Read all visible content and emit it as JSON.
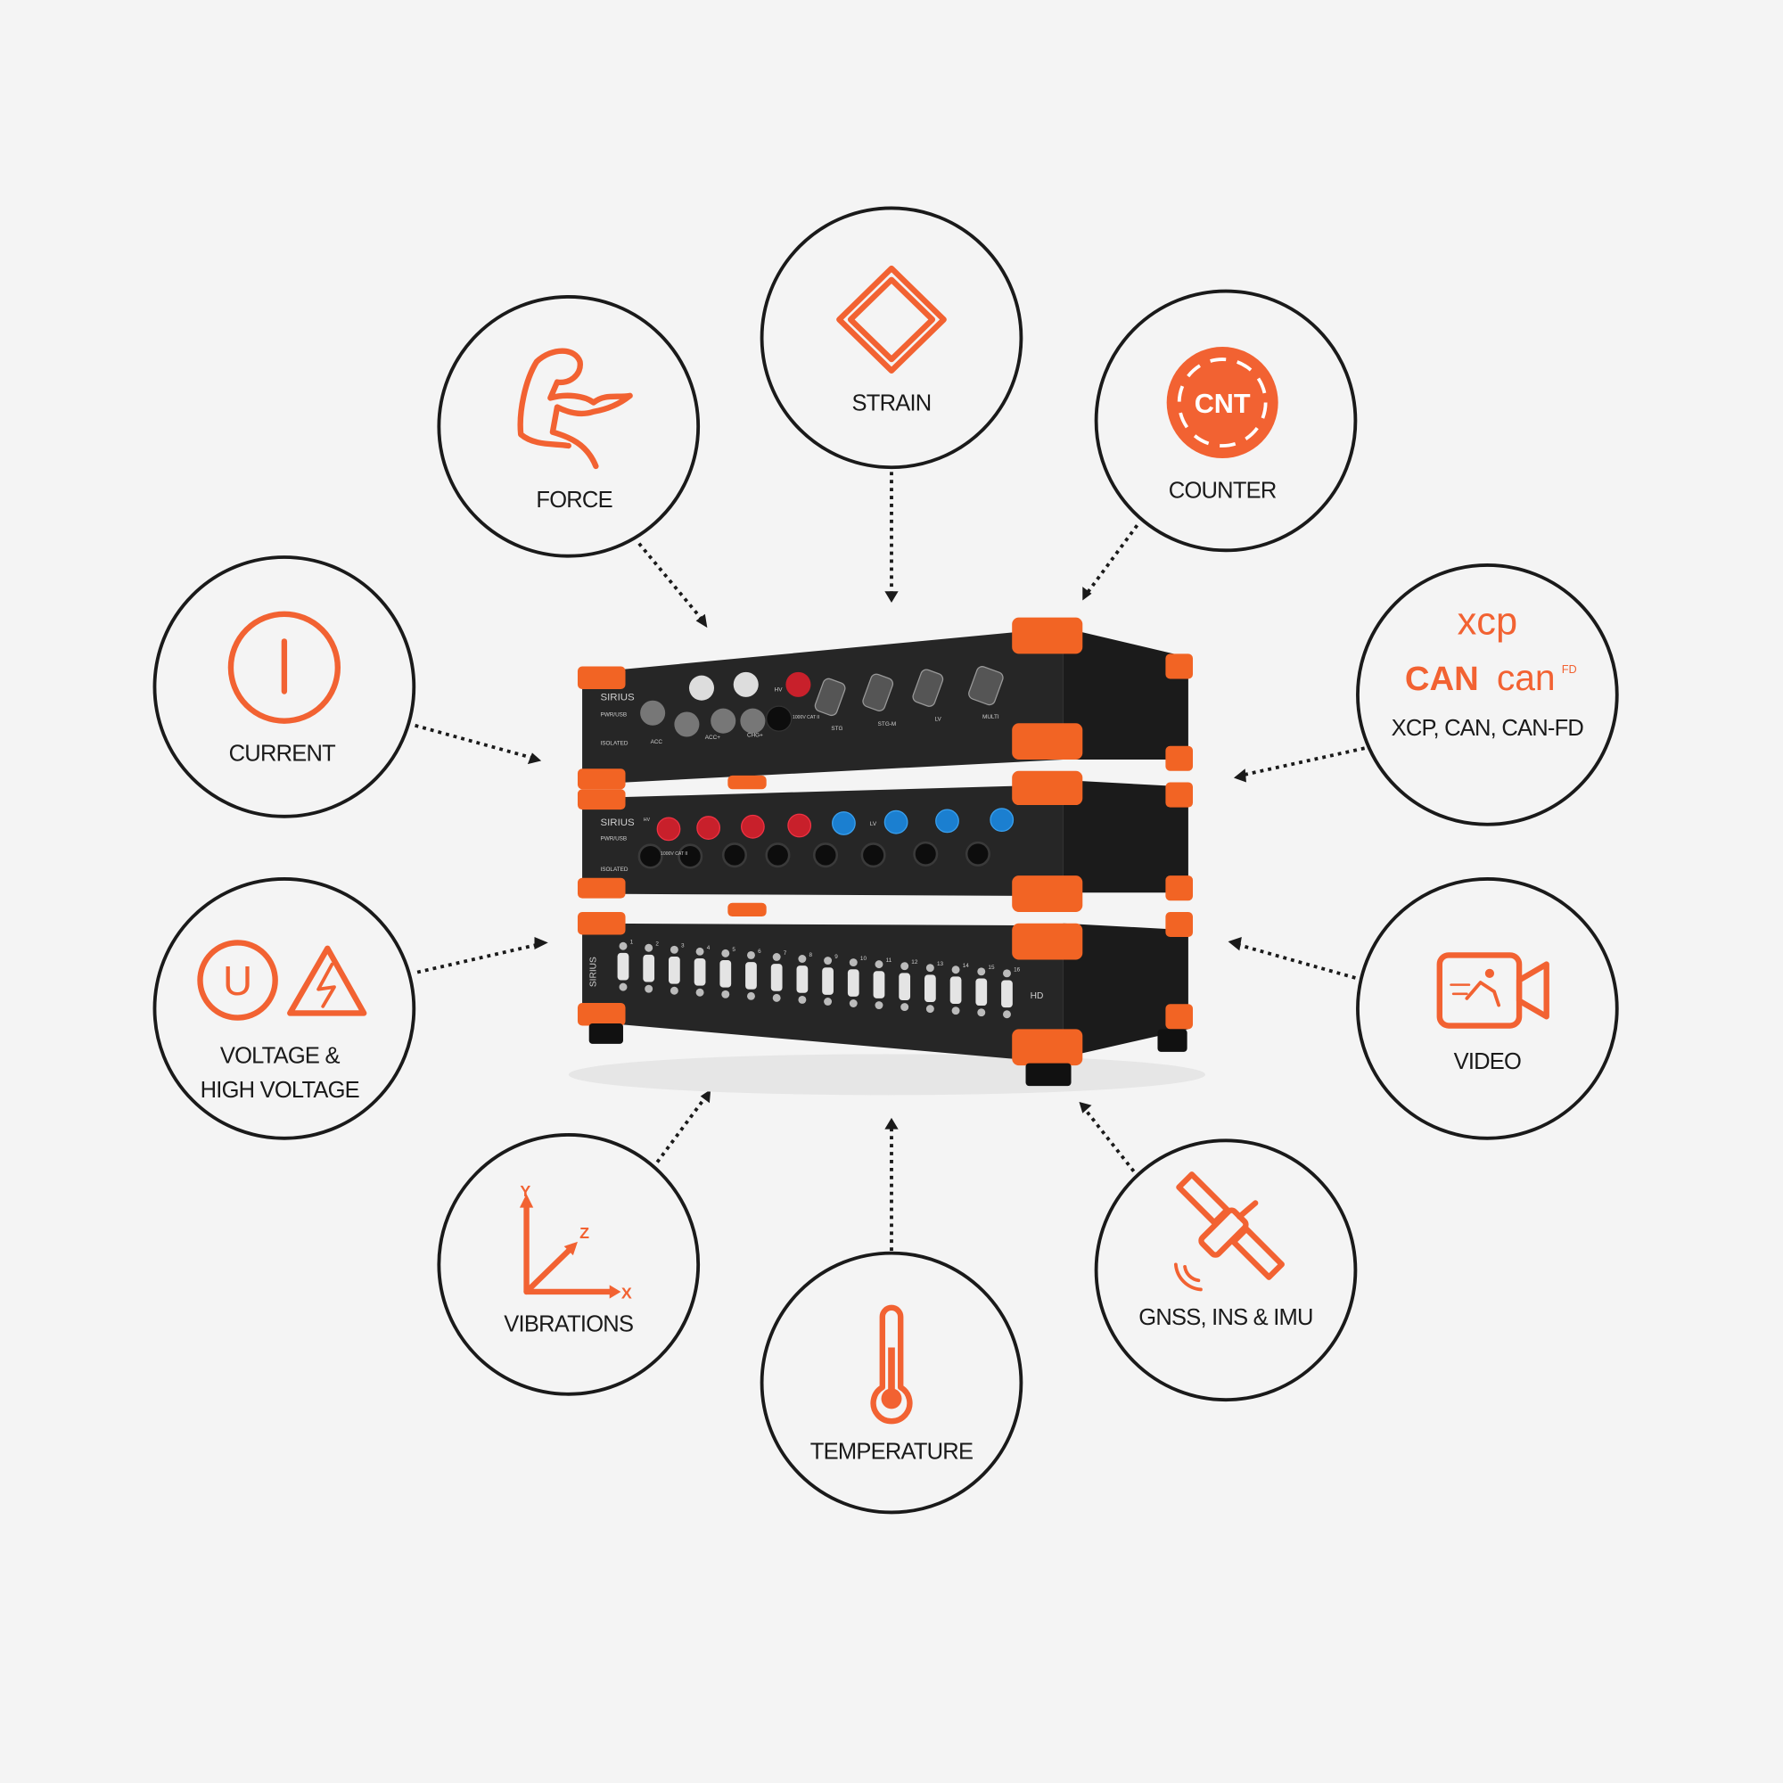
{
  "colors": {
    "accent": "#f26232",
    "background": "#f4f4f4",
    "outline": "#1a1a1a"
  },
  "features": [
    {
      "id": "force",
      "label": "FORCE",
      "icon": "flexed-arm-icon"
    },
    {
      "id": "strain",
      "label": "STRAIN",
      "icon": "strain-gauge-icon"
    },
    {
      "id": "counter",
      "label": "COUNTER",
      "icon": "counter-badge-icon",
      "badge": "CNT"
    },
    {
      "id": "current",
      "label": "CURRENT",
      "icon": "current-icon"
    },
    {
      "id": "bus",
      "label": "XCP, CAN, CAN-FD",
      "icon": "bus-logos-icon",
      "logo_xcp": "xcp",
      "logo_can": "CAN",
      "logo_canfd": "can",
      "logo_fd": "FD"
    },
    {
      "id": "voltage",
      "label_line1": "VOLTAGE &",
      "label_line2": "HIGH VOLTAGE",
      "icon": "voltage-icon",
      "symbol": "U"
    },
    {
      "id": "video",
      "label": "VIDEO",
      "icon": "video-camera-icon"
    },
    {
      "id": "vibrations",
      "label": "VIBRATIONS",
      "icon": "xyz-axes-icon",
      "axis_x": "X",
      "axis_y": "Y",
      "axis_z": "Z"
    },
    {
      "id": "temperature",
      "label": "TEMPERATURE",
      "icon": "thermometer-icon"
    },
    {
      "id": "gnss",
      "label": "GNSS, INS & IMU",
      "icon": "satellite-icon"
    }
  ],
  "device": {
    "brand": "SIRIUS",
    "pwr": "PWR/USB",
    "isolated": "ISOLATED",
    "top_labels": [
      "ACC",
      "ACC+",
      "CHG+",
      "HV",
      "STG",
      "STG-M",
      "LV",
      "MULTI"
    ],
    "cat": "1000V CAT II",
    "lv": "LV",
    "hv": "HV",
    "hd": "HD",
    "channels": [
      "1",
      "2",
      "3",
      "4",
      "5",
      "6",
      "7",
      "8",
      "9",
      "10",
      "11",
      "12",
      "13",
      "14",
      "15",
      "16"
    ]
  }
}
